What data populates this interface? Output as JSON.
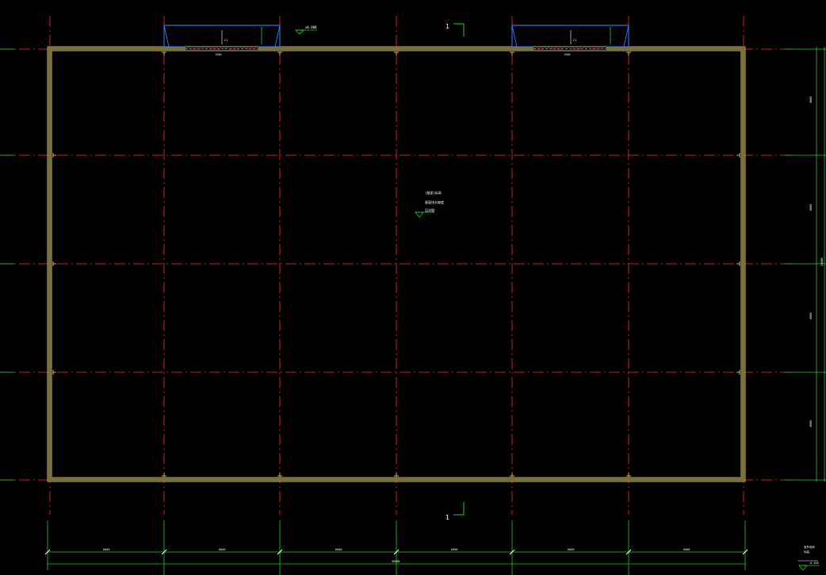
{
  "colors": {
    "background": "#000000",
    "axis_line": "#ff2a2a",
    "dimension_line": "#1fd11f",
    "wall_outline": "#c8b860",
    "wall_fill": "#7a7038",
    "window": "#2a8cff",
    "text": "#ffffff",
    "symbol_green": "#1fd11f"
  },
  "section_mark": {
    "top_label": "1",
    "bottom_label": "1"
  },
  "annotations": {
    "center_lines": [
      "(屋面)标高",
      "屋面排水坡度",
      "见详图"
    ],
    "top_level": "±0.000",
    "window_top_left": {
      "code": "C1",
      "dim": "1500"
    },
    "window_top_right": {
      "code": "C1",
      "dim": "1500"
    },
    "right_corner_note": [
      "室外地坪",
      "标高"
    ],
    "right_corner_level": "-0.450"
  },
  "dims_bottom": {
    "segments": [
      "6000",
      "6000",
      "6000",
      "6000",
      "6000",
      "6000"
    ],
    "total": "36000"
  },
  "dims_right": {
    "segments": [
      "6000",
      "6000",
      "6000",
      "6000"
    ],
    "total": "24000"
  }
}
